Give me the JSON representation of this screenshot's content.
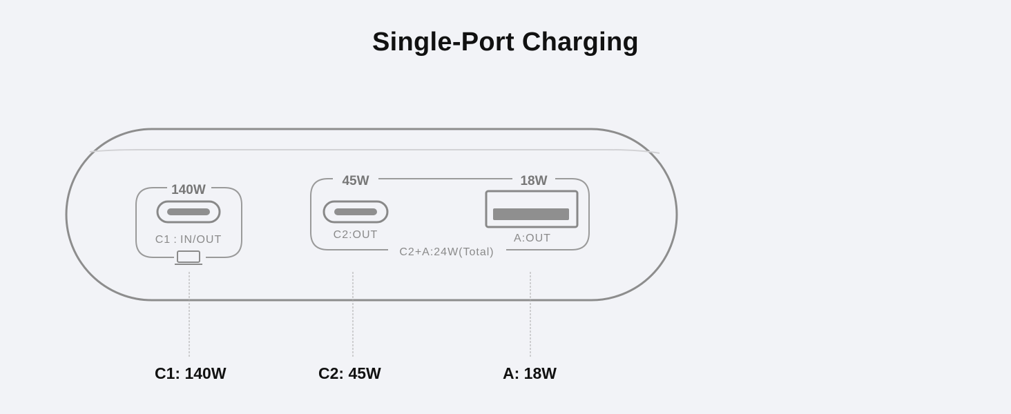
{
  "title": "Single-Port Charging",
  "ports": {
    "c1": {
      "watt": "140W",
      "label": "C1 : IN/OUT"
    },
    "c2": {
      "watt": "45W",
      "label": "C2:OUT"
    },
    "a": {
      "watt": "18W",
      "label": "A:OUT"
    },
    "shared_total": "C2+A:24W(Total)"
  },
  "bottom_labels": [
    "C1: 140W",
    "C2: 45W",
    "A: 18W"
  ],
  "colors": {
    "background": "#f2f3f7",
    "outline": "#8d8d8d",
    "port_fill": "#8f8f8f",
    "text": "#111111"
  },
  "icons": {
    "c1_input_marker": "laptop-icon"
  }
}
